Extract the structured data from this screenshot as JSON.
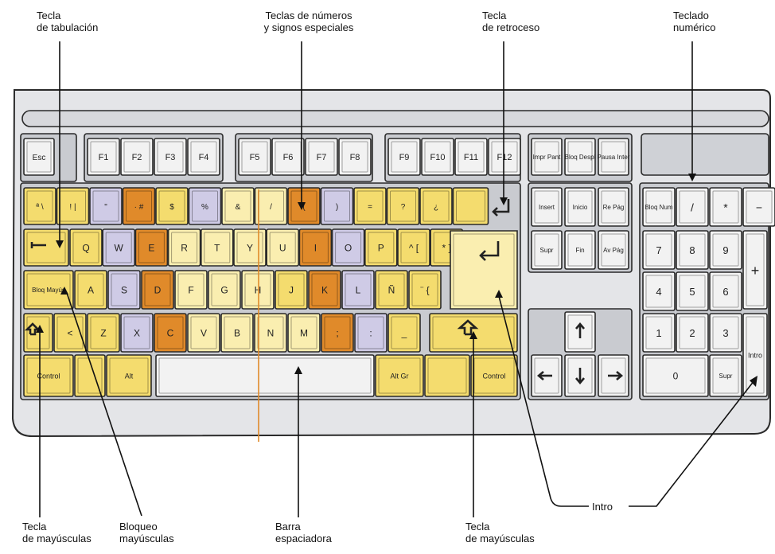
{
  "labels": {
    "tab": [
      "Tecla",
      "de tabulación"
    ],
    "numbers": [
      "Teclas de números",
      "y signos especiales"
    ],
    "backspace": [
      "Tecla",
      "de retroceso"
    ],
    "numpad": [
      "Teclado",
      "numérico"
    ],
    "shift_left": [
      "Tecla",
      "de mayúsculas"
    ],
    "capslock": [
      "Bloqueo",
      "mayúsculas"
    ],
    "space": [
      "Barra",
      "espaciadora"
    ],
    "shift_right": [
      "Tecla",
      "de mayúsculas"
    ],
    "enter": "Intro"
  },
  "colors": {
    "yellow": "#f4dc6e",
    "yellow_light": "#faeeb0",
    "orange": "#e08a2a",
    "lavender": "#cfcbe6",
    "grey_key": "#f2f2f2",
    "case": "#e4e5e8",
    "outline": "#2a2a2a"
  },
  "keys": {
    "esc": "Esc",
    "f": [
      "F1",
      "F2",
      "F3",
      "F4",
      "F5",
      "F6",
      "F7",
      "F8",
      "F9",
      "F10",
      "F11",
      "F12"
    ],
    "nav_top": [
      "Impr Pant",
      "Bloq Despl",
      "Pausa Inter"
    ],
    "row1": [
      "ª \\",
      "! |",
      "\"",
      "· #",
      "$",
      "%",
      "&",
      "/",
      "(",
      ")",
      "=",
      "?",
      "¿"
    ],
    "row2": [
      "Q",
      "W",
      "E",
      "R",
      "T",
      "Y",
      "U",
      "I",
      "O",
      "P",
      "^ [",
      "* ]"
    ],
    "row3": [
      "Bloq Mayús",
      "A",
      "S",
      "D",
      "F",
      "G",
      "H",
      "J",
      "K",
      "L",
      "Ñ",
      "¨ {"
    ],
    "row4": [
      "<",
      "Z",
      "X",
      "C",
      "V",
      "B",
      "N",
      "M",
      ";",
      ":",
      "_"
    ],
    "row5": [
      "Control",
      "Alt",
      "Alt Gr",
      "Control"
    ],
    "edit1": [
      "Insert",
      "Inicio",
      "Re Pág"
    ],
    "edit2": [
      "Supr",
      "Fin",
      "Av Pág"
    ],
    "numpad_top": [
      "Bloq Num",
      "/",
      "*",
      "−"
    ],
    "numpad_digits": [
      "7",
      "8",
      "9",
      "4",
      "5",
      "6",
      "1",
      "2",
      "3",
      "0"
    ],
    "numpad_other": [
      "+",
      "Intro",
      "Supr"
    ]
  }
}
